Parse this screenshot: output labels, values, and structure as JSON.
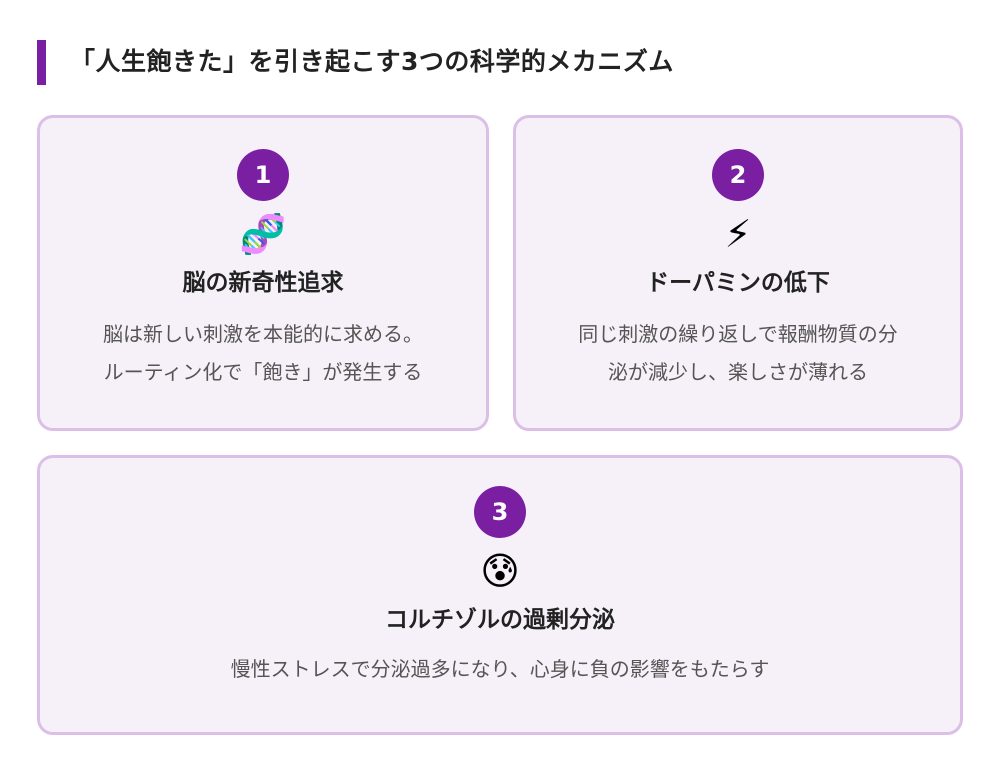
{
  "title": "「人生飽きた」を引き起こす3つの科学的メカニズム",
  "colors": {
    "accent": "#7b1fa2",
    "card_border": "#dbbfe6",
    "card_bg": "#f6f1f9"
  },
  "cards": [
    {
      "number": "1",
      "emoji": "🧬",
      "icon": "dna-icon",
      "heading": "脳の新奇性追求",
      "lines": [
        "脳は新しい刺激を本能的に求める。",
        "ルーティン化で「飽き」が発生する"
      ]
    },
    {
      "number": "2",
      "emoji": "⚡",
      "icon": "lightning-icon",
      "heading": "ドーパミンの低下",
      "lines": [
        "同じ刺激の繰り返しで報酬物質の分",
        "泌が減少し、楽しさが薄れる"
      ]
    },
    {
      "number": "3",
      "emoji": "😰",
      "icon": "anxious-face-icon",
      "heading": "コルチゾルの過剰分泌",
      "lines": [
        "慢性ストレスで分泌過多になり、心身に負の影響をもたらす"
      ]
    }
  ]
}
